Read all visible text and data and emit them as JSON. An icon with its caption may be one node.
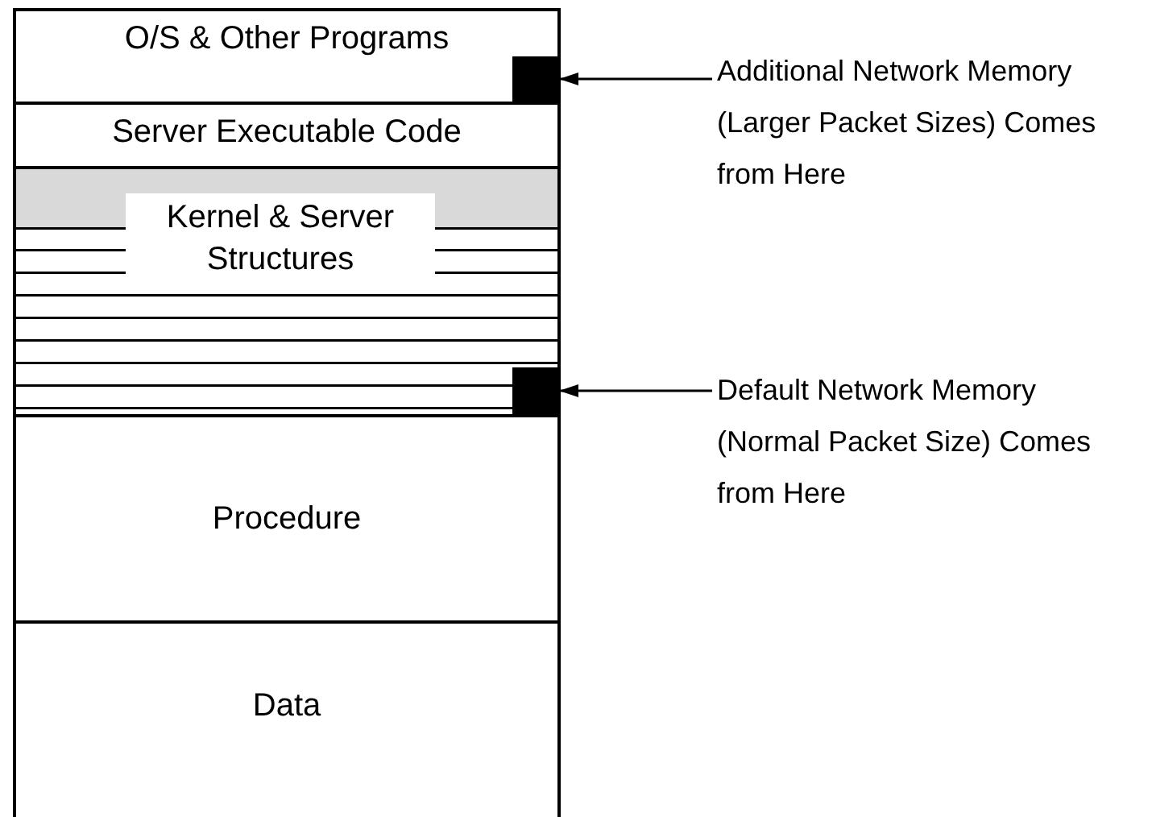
{
  "diagram": {
    "nodes": [
      {
        "text": [
          "O/S & Other Programs"
        ]
      },
      {
        "text": [
          "Server Executable Code"
        ]
      },
      {
        "text": [
          "Kernel & Server Structures"
        ]
      },
      {
        "text": [
          "Procedure"
        ]
      },
      {
        "text": [
          "Data"
        ]
      },
      {
        "text": [],
        "shape": "box",
        "in": 0
      },
      {
        "text": [],
        "shape": "box",
        "in": 2
      },
      {
        "text": [
          "Additional Network Memory (Larger Packet Sizes) Comes from Here"
        ]
      },
      {
        "text": [
          "Default Network Memory (Normal Packet Size) Comes from Here"
        ]
      }
    ],
    "edges": [
      {
        "from": 7,
        "to": 5,
        "arrow": "to"
      },
      {
        "from": 8,
        "to": 6,
        "arrow": "to"
      }
    ]
  }
}
